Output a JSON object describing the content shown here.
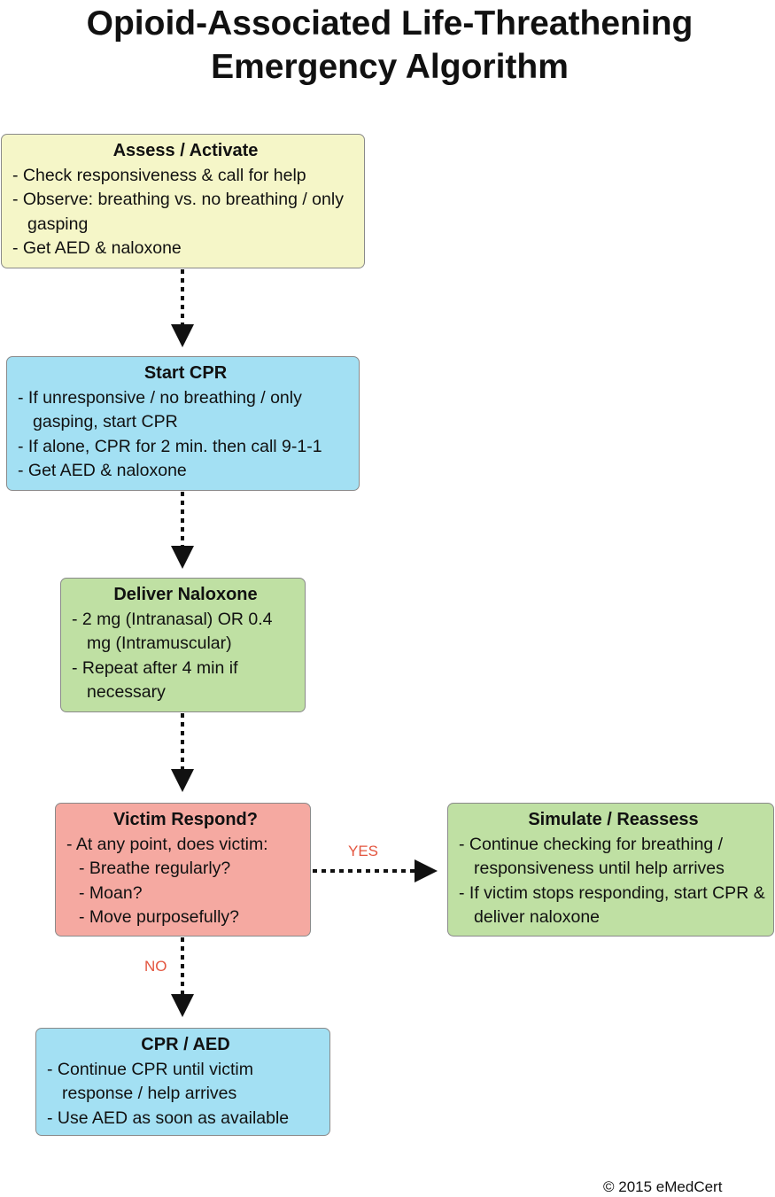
{
  "title": {
    "line1": "Opioid-Associated Life-Threathening",
    "line2": "Emergency Algorithm"
  },
  "boxes": {
    "assess": {
      "heading": "Assess / Activate",
      "color": "#f5f6c8",
      "items": [
        "- Check responsiveness & call for help",
        "- Observe: breathing vs. no breathing / only gasping",
        "- Get AED & naloxone"
      ]
    },
    "start_cpr": {
      "heading": "Start CPR",
      "color": "#a3e0f3",
      "items": [
        "- If unresponsive / no breathing / only gasping, start CPR",
        "- If alone, CPR for 2 min. then call 9-1-1",
        "- Get AED & naloxone"
      ]
    },
    "deliver_naloxone": {
      "heading": "Deliver Naloxone",
      "color": "#bfe0a3",
      "items": [
        "- 2 mg (Intranasal) OR 0.4 mg (Intramuscular)",
        "- Repeat after 4 min if necessary"
      ]
    },
    "victim_respond": {
      "heading": "Victim Respond?",
      "color": "#f5a9a1",
      "items": [
        "- At any point, does victim:",
        "- Breathe regularly?",
        "- Moan?",
        "- Move purposefully?"
      ]
    },
    "reassess": {
      "heading": "Simulate / Reassess",
      "color": "#bfe0a3",
      "items": [
        "- Continue checking for breathing / responsiveness until help arrives",
        "- If victim stops responding, start CPR & deliver naloxone"
      ]
    },
    "cpr_aed": {
      "heading": "CPR / AED",
      "color": "#a3e0f3",
      "items": [
        "- Continue CPR until victim response / help arrives",
        "- Use AED as soon as available"
      ]
    }
  },
  "labels": {
    "yes": "YES",
    "no": "NO",
    "color": "#e3553f"
  },
  "footer": {
    "copyright": "© 2015 eMedCert"
  }
}
